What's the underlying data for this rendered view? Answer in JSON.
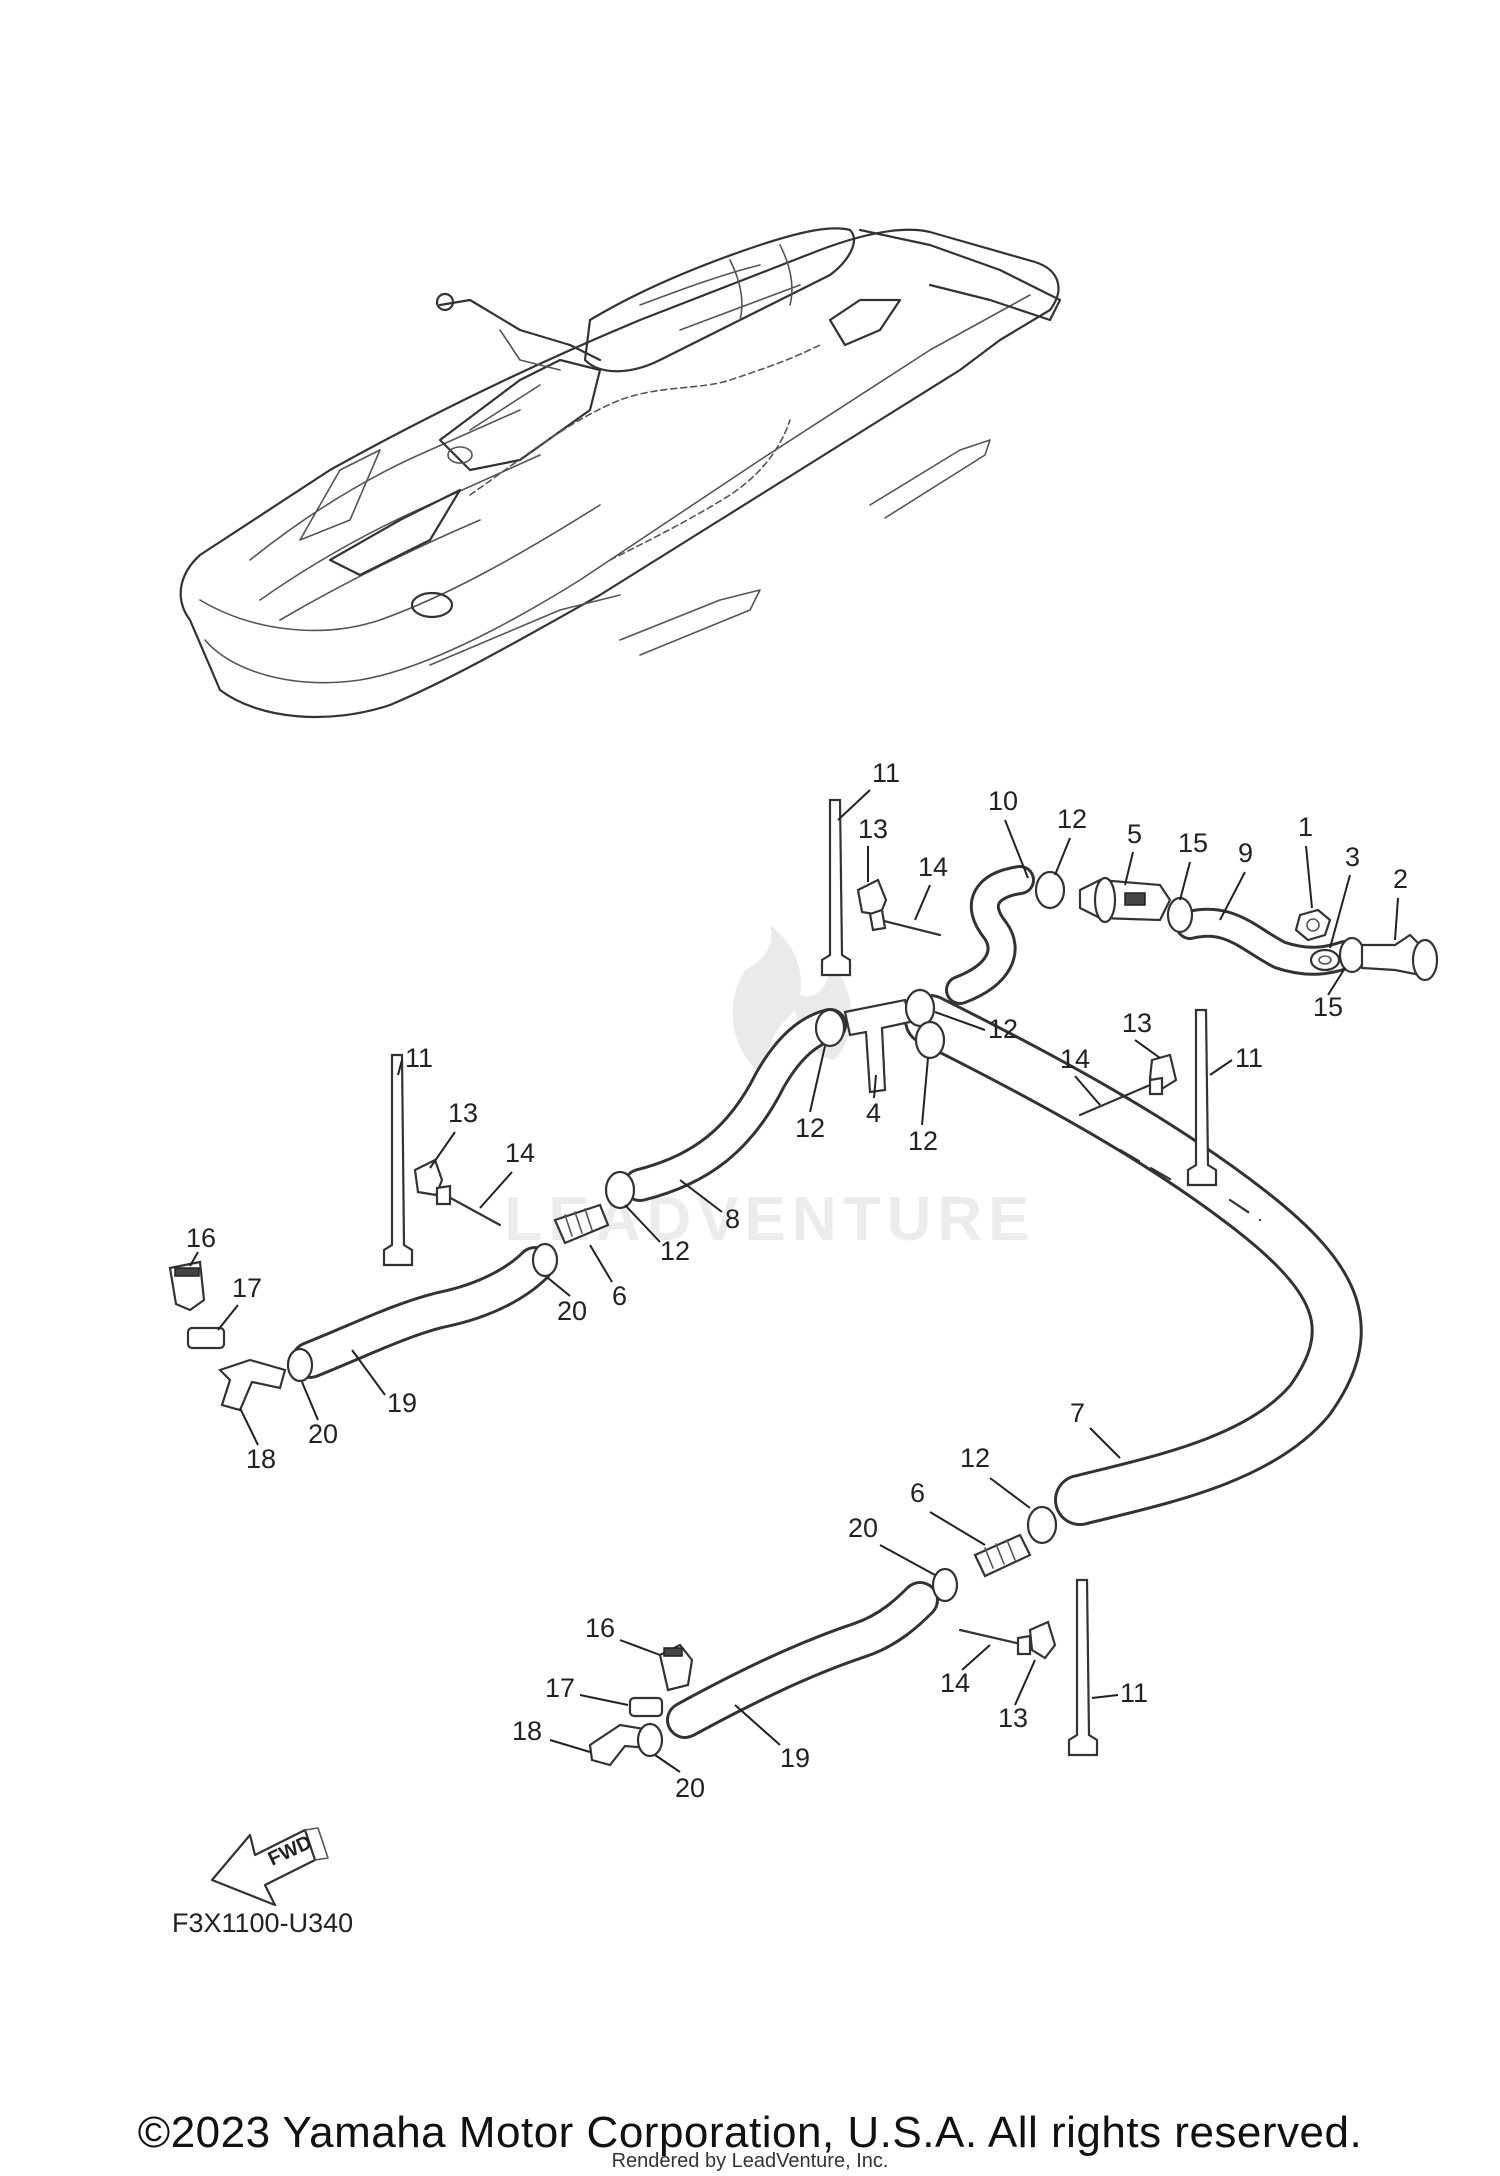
{
  "diagram": {
    "callouts": {
      "c1": "1",
      "c2": "2",
      "c3": "3",
      "c4": "4",
      "c5": "5",
      "c6a": "6",
      "c6b": "6",
      "c7": "7",
      "c8": "8",
      "c9": "9",
      "c10": "10",
      "c11a": "11",
      "c11b": "11",
      "c11c": "11",
      "c11d": "11",
      "c12a": "12",
      "c12b": "12",
      "c12c": "12",
      "c12d": "12",
      "c12e": "12",
      "c12f": "12",
      "c13a": "13",
      "c13b": "13",
      "c13c": "13",
      "c13d": "13",
      "c14a": "14",
      "c14b": "14",
      "c14c": "14",
      "c14d": "14",
      "c15a": "15",
      "c15b": "15",
      "c16a": "16",
      "c16b": "16",
      "c17a": "17",
      "c17b": "17",
      "c18a": "18",
      "c18b": "18",
      "c19a": "19",
      "c19b": "19",
      "c20a": "20",
      "c20b": "20",
      "c20c": "20",
      "c20d": "20"
    },
    "fwd_label": "FWD",
    "drawing_code": "F3X1100-U340",
    "watermark": "LEADVENTURE"
  },
  "footer": {
    "copyright": "©2023 Yamaha Motor Corporation, U.S.A. All rights reserved.",
    "rendered_by": "Rendered by LeadVenture, Inc."
  }
}
